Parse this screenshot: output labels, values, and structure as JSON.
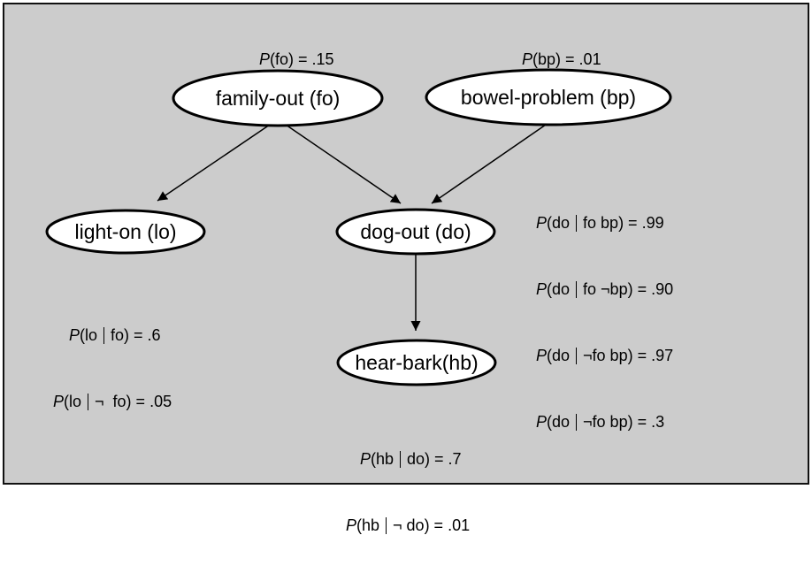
{
  "nodes": {
    "fo": {
      "label": "family-out (fo)"
    },
    "bp": {
      "label": "bowel-problem (bp)"
    },
    "lo": {
      "label": "light-on (lo)"
    },
    "do": {
      "label": "dog-out (do)"
    },
    "hb": {
      "label": "hear-bark(hb)"
    }
  },
  "edges": [
    {
      "from": "fo",
      "to": "lo"
    },
    {
      "from": "fo",
      "to": "do"
    },
    {
      "from": "bp",
      "to": "do"
    },
    {
      "from": "do",
      "to": "hb"
    }
  ],
  "probabilities": {
    "fo": [
      {
        "p": "P",
        "body": "(fo) = .15"
      }
    ],
    "bp": [
      {
        "p": "P",
        "body": "(bp) = .01"
      }
    ],
    "lo": [
      {
        "p": "P",
        "head": "(lo",
        "tail": "fo) = .6"
      },
      {
        "p": "P",
        "head": "(lo",
        "tail": "¬  fo) = .05"
      }
    ],
    "do": [
      {
        "p": "P",
        "head": "(do",
        "tail": "fo bp) = .99"
      },
      {
        "p": "P",
        "head": "(do",
        "tail": "fo ¬bp) = .90"
      },
      {
        "p": "P",
        "head": "(do",
        "tail": "¬fo bp) = .97"
      },
      {
        "p": "P",
        "head": "(do",
        "tail": "¬fo bp) = .3"
      }
    ],
    "hb": [
      {
        "p": "P",
        "head": "(hb",
        "tail": "do) = .7"
      },
      {
        "p": "P",
        "head": "(hb",
        "tail": "¬ do) = .01"
      }
    ]
  },
  "colors": {
    "background": "#cccccc",
    "node_fill": "#ffffff",
    "stroke": "#000000"
  }
}
